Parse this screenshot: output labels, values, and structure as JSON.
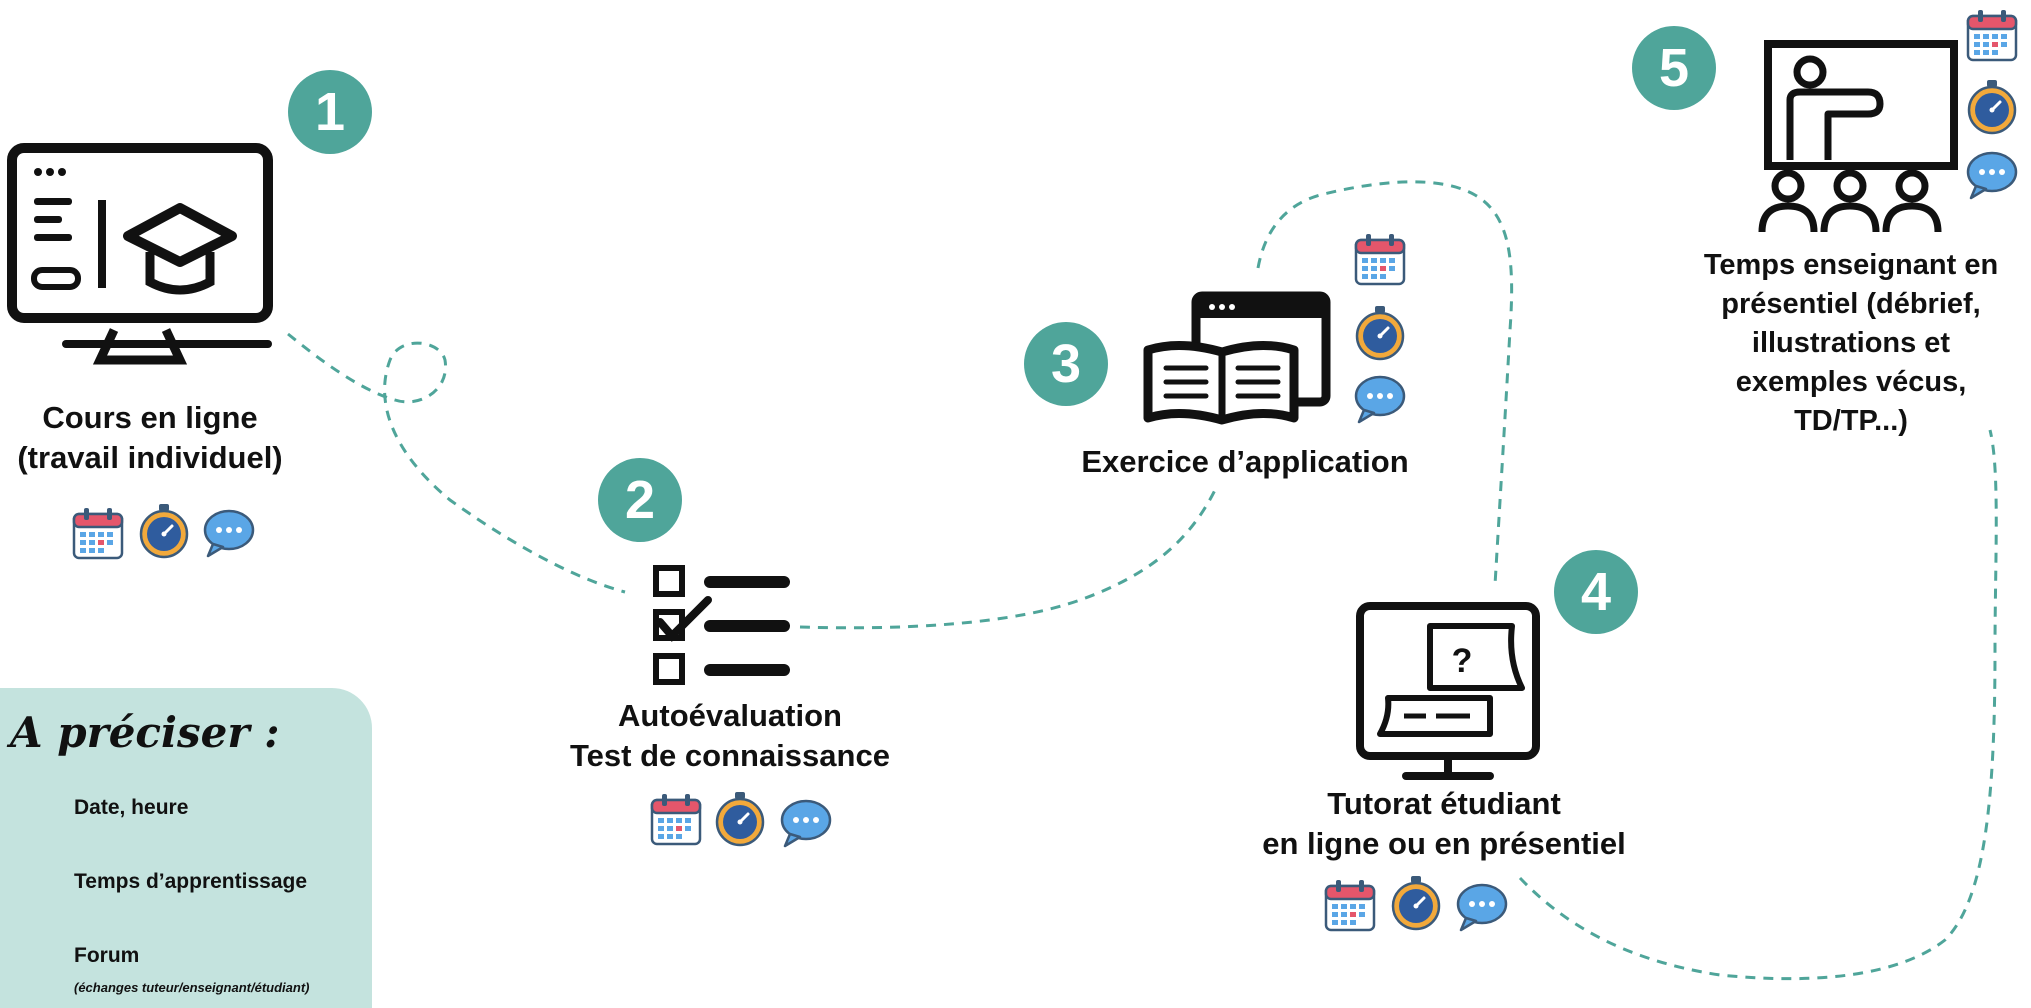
{
  "steps": [
    {
      "number": "1",
      "lines": [
        "Cours en ligne",
        "(travail individuel)"
      ]
    },
    {
      "number": "2",
      "lines": [
        "Autoévaluation",
        "Test de connaissance"
      ]
    },
    {
      "number": "3",
      "lines": [
        "Exercice d’application"
      ]
    },
    {
      "number": "4",
      "lines": [
        "Tutorat étudiant",
        "en ligne ou en présentiel"
      ]
    },
    {
      "number": "5",
      "lines": [
        "Temps enseignant en",
        "présentiel (débrief,",
        "illustrations et",
        "exemples vécus,",
        "TD/TP...)"
      ]
    }
  ],
  "legend": {
    "title": "A préciser :",
    "items": [
      {
        "icon": "calendar-icon",
        "label": "Date, heure"
      },
      {
        "icon": "stopwatch-icon",
        "label": "Temps d’apprentissage"
      },
      {
        "icon": "chat-bubble-icon",
        "label": "Forum"
      }
    ],
    "forum_note": "(échanges tuteur/enseignant/étudiant)"
  },
  "colors": {
    "accent": "#4fa59a",
    "legend_bg": "#c4e3de",
    "path": "#4fa59a"
  }
}
